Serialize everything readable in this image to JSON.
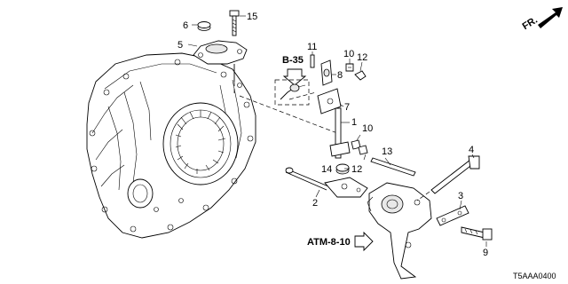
{
  "callouts": {
    "c1": "1",
    "c2": "2",
    "c3": "3",
    "c4": "4",
    "c5": "5",
    "c6": "6",
    "c7": "7",
    "c8": "8",
    "c9": "9",
    "c10a": "10",
    "c10b": "10",
    "c11": "11",
    "c12a": "12",
    "c12b": "12",
    "c13": "13",
    "c14": "14",
    "c15": "15"
  },
  "references": {
    "b35": "B-35",
    "atm": "ATM-8-10"
  },
  "direction": {
    "front": "FR."
  },
  "diagram_code": "T5AAA0400",
  "colors": {
    "line": "#000000",
    "background": "#ffffff"
  }
}
